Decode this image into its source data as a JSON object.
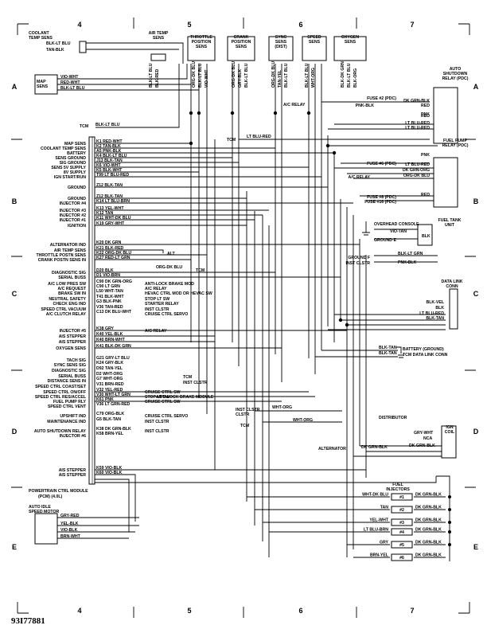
{
  "figure_id": "93I77881",
  "columns": [
    "4",
    "5",
    "6",
    "7"
  ],
  "rows": [
    "A",
    "B",
    "C",
    "D",
    "E"
  ],
  "sensors_top": [
    {
      "id": "coolant",
      "label_lines": [
        "COOLANT",
        "TEMP SENS"
      ],
      "wires": [
        "BLK-LT BLU",
        "TAN-BLK"
      ]
    },
    {
      "id": "air-temp",
      "label_lines": [
        "AIR TEMP",
        "SENS"
      ],
      "wires": [
        "BLK-LT BLU",
        "BLK-RED"
      ]
    },
    {
      "id": "throttle",
      "label_lines": [
        "THROTTLE",
        "POSITION",
        "SENS"
      ],
      "wires": [
        "ORG-DK BLU",
        "BLK-LT BLU",
        "VIO-WHT"
      ]
    },
    {
      "id": "crank",
      "label_lines": [
        "CRANK",
        "POSITION",
        "SENS"
      ],
      "wires": [
        "ORG-DK BLU",
        "GRY-BLK",
        "BLK-LT BLU"
      ]
    },
    {
      "id": "sync",
      "label_lines": [
        "SYNC",
        "SENS",
        "(DIST)"
      ],
      "wires": [
        "ORG-DK BLU",
        "TAN-YEL",
        "BLK-LT BLU"
      ]
    },
    {
      "id": "speed",
      "label_lines": [
        "SPEED",
        "SENS"
      ],
      "wires": [
        "BLK-LT BLU",
        "WHT-ORG"
      ]
    },
    {
      "id": "oxygen",
      "label_lines": [
        "OXYGEN",
        "SENS"
      ],
      "wires": [
        "BLK-DK GRN",
        "BLK-LT BLU",
        "BLK-ORG"
      ]
    }
  ],
  "map_sens": {
    "label_lines": [
      "MAP",
      "SENS"
    ],
    "wires": [
      "VIO-WHT",
      "RED-WHT",
      "BLK-LT BLU"
    ]
  },
  "auto_shutdown_relay": {
    "label_lines": [
      "AUTO",
      "SHUTDOWN",
      "RELAY (PDC)"
    ],
    "wires": [
      "DK GRN-BLK",
      "RED",
      "RED",
      "PNK",
      "LT BLU-RED",
      "LT BLU-RED"
    ],
    "fuse": "FUSE #2 (PDC)"
  },
  "fuel_pump_relay": {
    "label_lines": [
      "FUEL PUMP",
      "RELAY (PDC)"
    ],
    "wires": [
      "PNK",
      "DK GRN-ORG",
      "LT BLU-RED",
      "ORG-DK BLU",
      "RED"
    ],
    "fuses": [
      "FUSE #6 (PDC)",
      "FUSE #8 (PDC)",
      "FUSE #16 (PDC)"
    ],
    "ac_relay": "A/C RELAY"
  },
  "fuel_tank": {
    "label_lines": [
      "FUEL TANK",
      "UNIT"
    ],
    "overhead": "OVERHEAD CONSOLE",
    "wires": [
      "VIO-TAN",
      "BLK",
      "BLK-LT GRN",
      "PNK-BLK"
    ],
    "grounds": [
      "GROUND E",
      "GROUND F"
    ],
    "inst": "INST CLSTR"
  },
  "data_link": {
    "label_lines": [
      "DATA LINK",
      "CONN"
    ],
    "wires": [
      "BLK-VEL",
      "BLK",
      "LT BLU-RED",
      "BLK-TAN"
    ],
    "battery": "BATTERY (GROUND)",
    "tcm": "TCM DATA LINK CONN"
  },
  "ign_coil": {
    "label_lines": [
      "IGN",
      "COIL"
    ],
    "distributor": "DISTRIBUTOR",
    "alternator": "ALTERNATOR",
    "wires": [
      "GRY-WHT",
      "DK GRN-BLK",
      "DK GRN-BLK"
    ],
    "nca": "NCA"
  },
  "injectors": {
    "label_lines": [
      "FUEL",
      "INJECTORS"
    ],
    "items": [
      {
        "n": "#1",
        "wire": "WHT-DK BLU"
      },
      {
        "n": "#2",
        "wire": "TAN"
      },
      {
        "n": "#3",
        "wire": "YEL-WHT"
      },
      {
        "n": "#4",
        "wire": "LT BLU-BRN"
      },
      {
        "n": "#5",
        "wire": "GRY"
      },
      {
        "n": "#6",
        "wire": "BRN-YEL"
      }
    ],
    "common": "DK GRN-BLK"
  },
  "pcm_pins": [
    {
      "fn": "MAP SENS",
      "pin": "K1",
      "wire": "RED-WHT"
    },
    {
      "fn": "COOLANT TEMP SENS",
      "pin": "K2",
      "wire": "TAN-BLK"
    },
    {
      "fn": "BATTERY",
      "pin": "A5",
      "wire": "PNK-BLK"
    },
    {
      "fn": "SENS GROUND",
      "pin": "K4",
      "wire": "BLK-LT BLU"
    },
    {
      "fn": "SIG GROUND",
      "pin": "J13",
      "wire": "BLK-TAN"
    },
    {
      "fn": "SENS 5V SUPPLY",
      "pin": "K6",
      "wire": "VIO-WHT"
    },
    {
      "fn": "8V SUPPLY",
      "pin": "K5",
      "wire": "BLK-WHT"
    },
    {
      "fn": "IGN START/RUN",
      "pin": "T99",
      "wire": "LT BLU-RED"
    },
    {
      "fn": "GROUND",
      "pin": "Z12",
      "wire": "BLK-TAN"
    },
    {
      "fn": "GROUND",
      "pin": "Z12",
      "wire": "BLK-TAN"
    },
    {
      "fn": "INJECTOR #4",
      "pin": "K14",
      "wire": "LT BLU-BRN"
    },
    {
      "fn": "INJECTOR #3",
      "pin": "K13",
      "wire": "YEL-WHT"
    },
    {
      "fn": "INJECTOR #2",
      "pin": "K12",
      "wire": "TAN"
    },
    {
      "fn": "INJECTOR #1",
      "pin": "K11",
      "wire": "WHT-DK BLU"
    },
    {
      "fn": "IGNITION",
      "pin": "K19",
      "wire": "GRY-WHT"
    },
    {
      "fn": "ALTERNATOR IND",
      "pin": "K20",
      "wire": "DK GRN"
    },
    {
      "fn": "AIR TEMP SENS",
      "pin": "K21",
      "wire": "BLK-RED"
    },
    {
      "fn": "THROTTLE POSTN SENS",
      "pin": "K22",
      "wire": "ORG-DK BLU"
    },
    {
      "fn": "CRANK POSTN SENS IN",
      "pin": "K27",
      "wire": "RED-LT GRN"
    },
    {
      "fn": "DIAGNOSTIC SIG",
      "pin": "D20",
      "wire": "BLK"
    },
    {
      "fn": "SERIAL BUSS",
      "pin": "D1",
      "wire": "VIO-BRN"
    },
    {
      "fn": "A/C LOW PRES SW",
      "pin": "C90",
      "wire": "DK GRN-ORG"
    },
    {
      "fn": "A/C REQUEST",
      "pin": "C90",
      "wire": "LT GRN"
    },
    {
      "fn": "BRAKE SW IN",
      "pin": "L50",
      "wire": "WHT-TAN"
    },
    {
      "fn": "NEUTRAL SAFETY",
      "pin": "T41",
      "wire": "BLK-WHT"
    },
    {
      "fn": "CHECK ENG IND",
      "pin": "G3",
      "wire": "BLK-PNK"
    },
    {
      "fn": "SPEED CTRL VACUUM",
      "pin": "V36",
      "wire": "TAN-RED"
    },
    {
      "fn": "A/C CLUTCH RELAY",
      "pin": "C13",
      "wire": "DK BLU-WHT"
    },
    {
      "fn": "INJECTOR #5",
      "pin": "K38",
      "wire": "GRY"
    },
    {
      "fn": "AIS STEPPER",
      "pin": "K40",
      "wire": "YEL-BLK"
    },
    {
      "fn": "AIS STEPPER",
      "pin": "K40",
      "wire": "BRN-WHT"
    },
    {
      "fn": "OXYGEN SENS",
      "pin": "K41",
      "wire": "BLK-DK GRN"
    },
    {
      "fn": "TACH SIG",
      "pin": "G21",
      "wire": "GRY-LT BLU"
    },
    {
      "fn": "SYNC SENS SIG",
      "pin": "K24",
      "wire": "GRY-BLK"
    },
    {
      "fn": "DIAGNOSTIC SIG",
      "pin": "D92",
      "wire": "TAN-YEL"
    },
    {
      "fn": "SERIAL BUSS",
      "pin": "D2",
      "wire": "WHT-ORG"
    },
    {
      "fn": "DISTANCE SENS IN",
      "pin": "G7",
      "wire": "WHT-ORG"
    },
    {
      "fn": "SPEED CTRL COAST/SET",
      "pin": "V31",
      "wire": "BRN-RED"
    },
    {
      "fn": "SPEED CTRL ON/OFF",
      "pin": "V32",
      "wire": "YEL-RED"
    },
    {
      "fn": "SPEED CTRL RES/ACCEL",
      "pin": "V30",
      "wire": "WHT-LT GRN"
    },
    {
      "fn": "FUEL PUMP RLY",
      "pin": "K61",
      "wire": "PNK"
    },
    {
      "fn": "SPEED CTRL VENT",
      "pin": "V36",
      "wire": "LT GRN-RED"
    },
    {
      "fn": "UPSHIFT IND",
      "pin": "C79",
      "wire": "ORG-BLK"
    },
    {
      "fn": "MAINTENANCE IND",
      "pin": "G5",
      "wire": "BLK-TAN"
    },
    {
      "fn": "AUTO SHUTDOWN RELAY",
      "pin": "K38",
      "wire": "DK GRN-BLK"
    },
    {
      "fn": "INJECTOR #6",
      "pin": "K58",
      "wire": "BRN-YEL"
    },
    {
      "fn": "AIS STEPPER",
      "pin": "K59",
      "wire": "VIO-BLK"
    },
    {
      "fn": "AIS STEPPER",
      "pin": "K60",
      "wire": "VIO-BLK"
    }
  ],
  "pcm_title": [
    "POWERTRAIN CTRL MODULE",
    "(PCM) (4.0L)"
  ],
  "right_notes": [
    {
      "text": "ANTI-LOCK BRAKE MOD",
      "row": 21
    },
    {
      "text": "A/C RELAY",
      "row": 22
    },
    {
      "text": "HEVAC CTRL MOD OR HEVAC SW",
      "row": 23
    },
    {
      "text": "STOP LT SW",
      "row": 24
    },
    {
      "text": "STARTER RELAY",
      "row": 25
    },
    {
      "text": "INST CLSTR",
      "row": 26
    },
    {
      "text": "CRUISE CTRL SERVO",
      "row": 27
    },
    {
      "text": "A/C RELAY",
      "row": 28
    },
    {
      "text": "CRUISE CTRL SW",
      "row": 38
    },
    {
      "text": "STOP LT SW",
      "row": 39
    },
    {
      "text": "CRUISE CTRL SW",
      "row": 40
    },
    {
      "text": "CRUISE CTRL SERVO",
      "row": 42
    },
    {
      "text": "INST CLSTR",
      "row": 43
    },
    {
      "text": "INST CLSTR",
      "row": 44
    }
  ],
  "misc_labels": {
    "tcm": "TCM",
    "alt": "ALT",
    "ac_relay": "A/C RELAY",
    "inst_clstr": "INST CLSTR",
    "anti_lock": "ANTI-LOCK BRAKE MODULE"
  },
  "ais_motor": {
    "label_lines": [
      "AUTO IDLE",
      "SPEED MOTOR"
    ],
    "wires": [
      "GRY-RED",
      "YEL-BLK",
      "VIO-BLK",
      "BRN-WHT"
    ]
  }
}
